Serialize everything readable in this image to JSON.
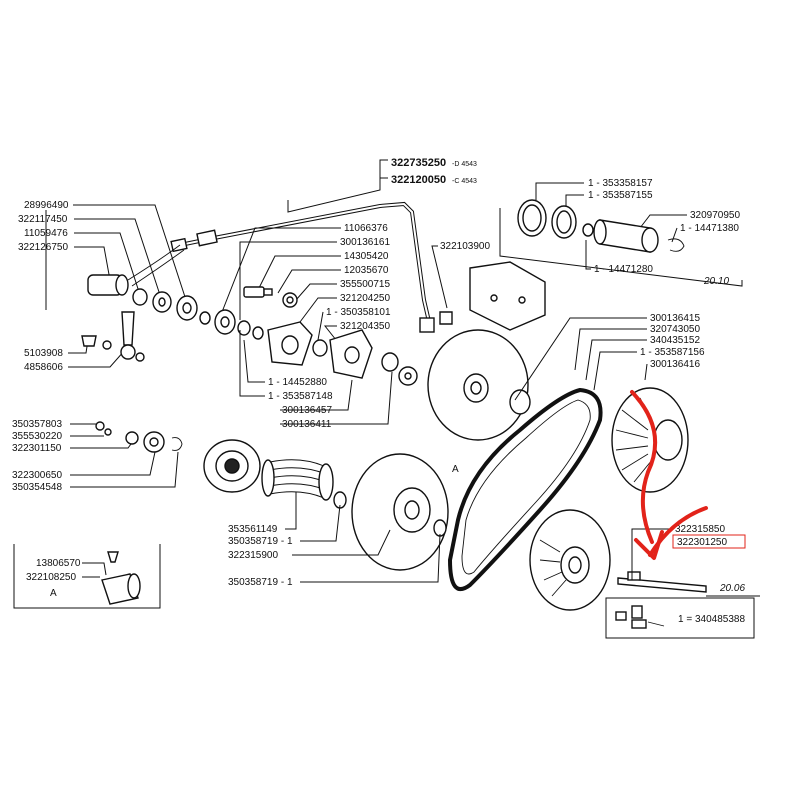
{
  "labels": {
    "top_main": "322735250",
    "top_main_suffix": "-D 4543",
    "top_second": "322120050",
    "top_second_suffix": "-C 4543",
    "l1": "28996490",
    "l2": "322117450",
    "l3": "11059476",
    "l4": "322126750",
    "l5": "5103908",
    "l6": "4858606",
    "c1": "11066376",
    "c2": "300136161",
    "c3": "14305420",
    "c4": "12035670",
    "c5": "355500715",
    "c6": "321204250",
    "c7": "1 - 350358101",
    "c8": "321204350",
    "c9": "322103900",
    "m1": "1 - 14452880",
    "m2": "1 - 353587148",
    "m3": "300136457",
    "m4": "300136411",
    "r1": "1 - 353358157",
    "r2": "1 - 353587155",
    "r3": "320970950",
    "r4": "1 - 14471380",
    "r5": "1 - 14471280",
    "r6": "20.10",
    "p1": "300136415",
    "p2": "320743050",
    "p3": "340435152",
    "p4": "1 - 353587156",
    "p5": "300136416",
    "w1": "350357803",
    "w2": "355530220",
    "w3": "322301150",
    "w4": "322300650",
    "w5": "350354548",
    "s1": "353561149",
    "s2": "350358719 - 1",
    "s3": "322315900",
    "s4": "350358719 - 1",
    "a_mark": "A",
    "b1": "322315850",
    "b2": "322301250",
    "b3": "20.06",
    "kit": "1 = 340485388",
    "inset1": "13806570",
    "inset2": "322108250",
    "inset_a": "A"
  },
  "colors": {
    "ink": "#111111",
    "annotation": "#e2231a",
    "highlight_box": "#e2231a"
  }
}
